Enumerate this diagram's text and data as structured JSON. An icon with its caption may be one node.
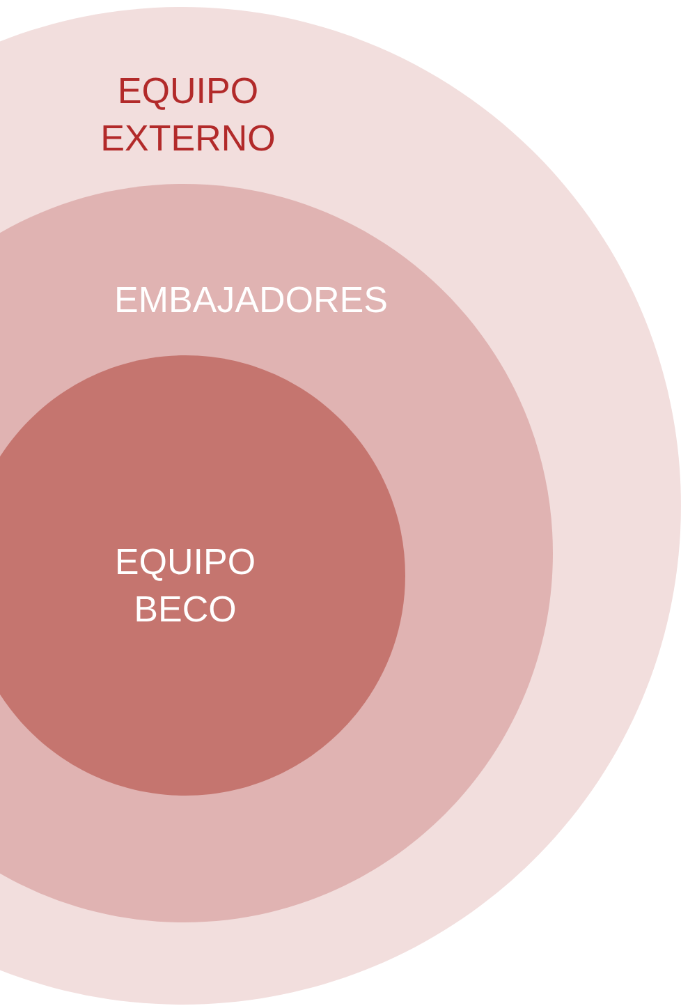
{
  "diagram": {
    "nodes": [
      {
        "text": [
          "EQUIPO EXTERNO"
        ]
      },
      {
        "text": [
          "EMBAJADORES"
        ],
        "in": 0
      },
      {
        "text": [
          "EQUIPO BECO"
        ],
        "in": 1
      }
    ]
  }
}
